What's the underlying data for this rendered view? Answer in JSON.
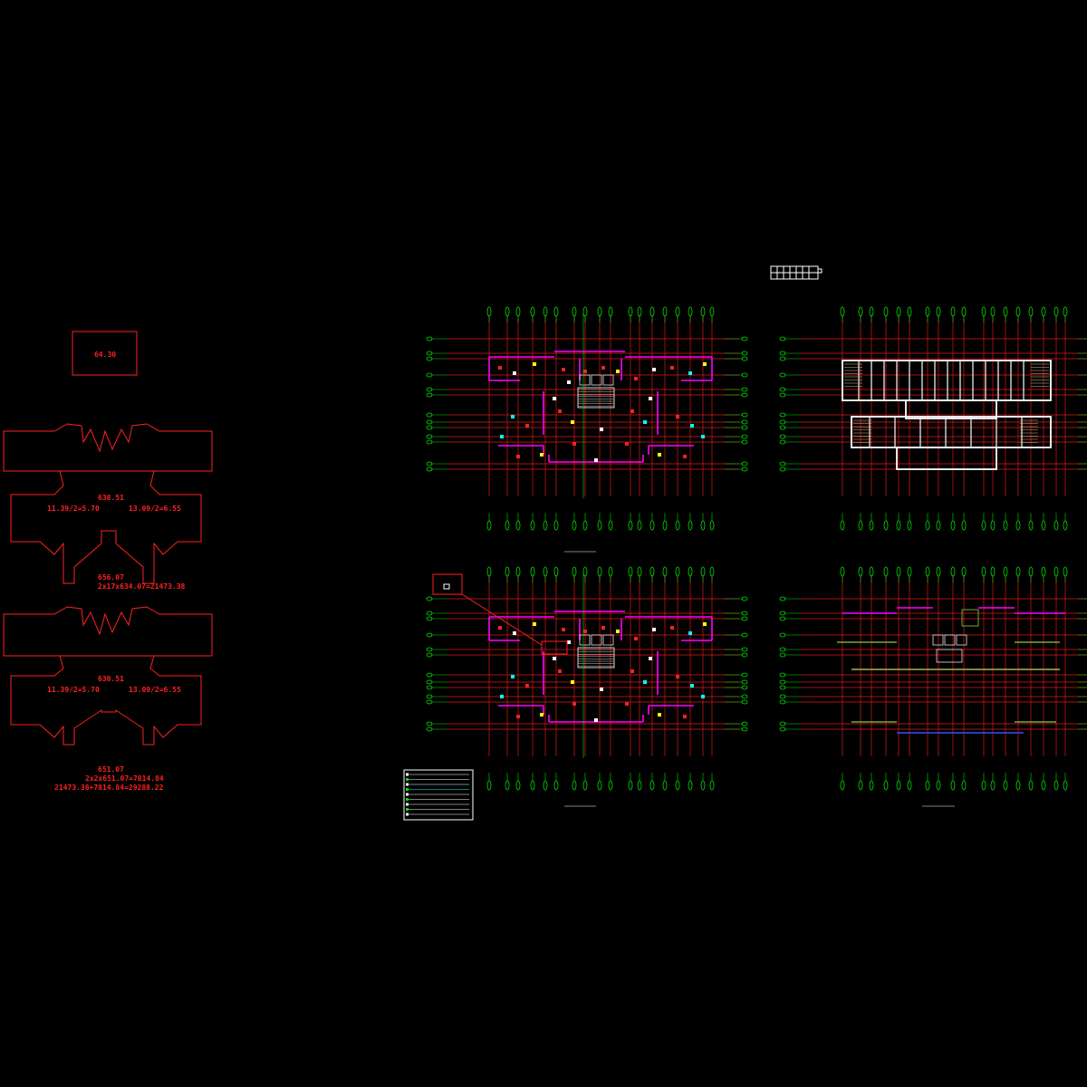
{
  "drawing": {
    "background": "#000000",
    "colors": {
      "outline_red": "#ff2020",
      "grid_red": "#e01818",
      "axis_green": "#00e000",
      "wall_magenta": "#ff00ff",
      "white": "#ffffff",
      "cyan": "#00ffff",
      "yellow": "#ffff00"
    }
  },
  "area_labels": {
    "top_box": "64.30",
    "plan1_center": "638.51",
    "plan1_left": "11.39/2=5.70",
    "plan1_right": "13.09/2=6.55",
    "plan1_total": "656.07",
    "plan1_formula": "2x17x634.07=21473.38",
    "plan2_center": "630.51",
    "plan2_left": "11.39/2=5.70",
    "plan2_right": "13.09/2=6.55",
    "plan2_total": "651.07",
    "plan2_formula_1": "2x2x651.07=7814.84",
    "plan2_formula_2": "21473.38+7814.84=29288.22"
  },
  "icons": {
    "title_block": "title-block-icon",
    "legend": "legend-table-icon",
    "detail": "detail-callout-icon"
  }
}
